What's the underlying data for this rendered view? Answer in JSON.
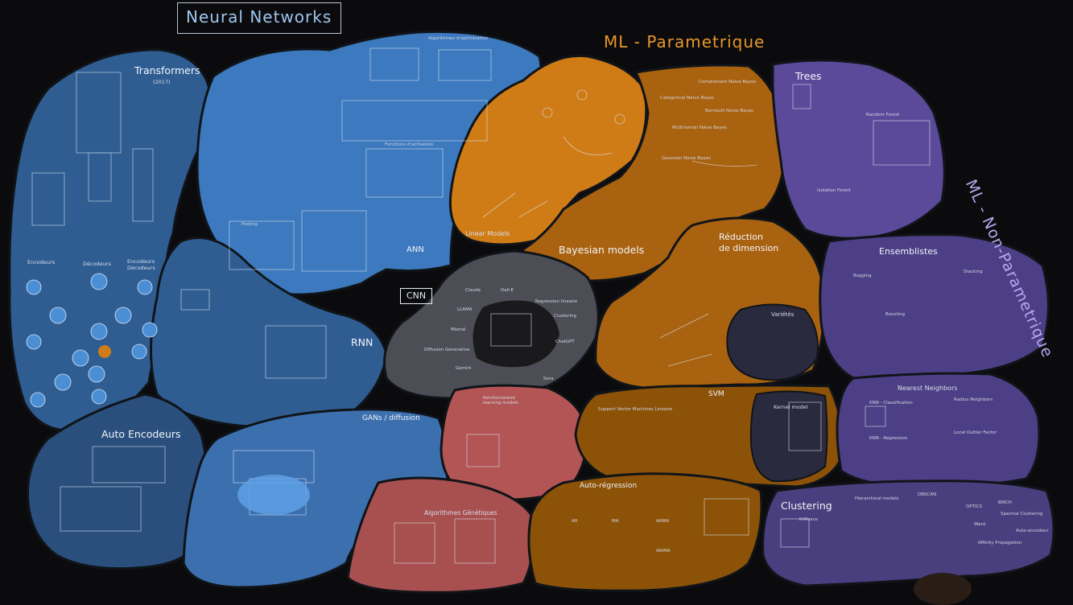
{
  "header": {
    "title": "Neural Networks",
    "parametric_title": "ML - Parametrique",
    "non_parametric_title": "ML - Non-Parametrique"
  },
  "colors": {
    "background": "#0b0b0d",
    "blue_region": "#2f5d92",
    "light_blue_region": "#3c79be",
    "orange_region": "#c97513",
    "dark_orange_region": "#9a5a0d",
    "purple_region": "#5b4a9a",
    "grey_region": "#4d4e55",
    "red_region": "#b45555"
  },
  "regions": {
    "transformers": {
      "title": "Transformers",
      "year": "(2017)",
      "encoders": "Encodeurs",
      "decoders": "Décodeurs",
      "encoders_decoders": "Encodeurs Décodeurs"
    },
    "auto_encoders": {
      "title": "Auto Encodeurs"
    },
    "gans": {
      "title": "GANs / diffusion"
    },
    "rnn": {
      "title": "RNN"
    },
    "cnn": {
      "title": "CNN",
      "pooling": "Pooling"
    },
    "ann": {
      "title": "ANN",
      "optim": "Algorithmes d'optimisation",
      "activation": "Fonctions d'activation"
    },
    "linear_models": {
      "title": "Linear Models"
    },
    "bayesian": {
      "title": "Bayesian models",
      "items": [
        "Complement Naive Bayes",
        "Categorical Naive Bayes",
        "Bernoulli Naive Bayes",
        "Multinomial Naive Bayes",
        "Gaussian Naive Bayes"
      ]
    },
    "dim_reduction": {
      "title_line1": "Réduction",
      "title_line2": "de dimension",
      "varietes": "Variétés"
    },
    "llm": {
      "items": [
        "Claude",
        "Mistral",
        "LLAMA",
        "Gemini",
        "Diffusion Generative",
        "Dall-E",
        "ChatGPT",
        "Regression lineaire",
        "Clustering",
        "Sora"
      ]
    },
    "reinforcement": {
      "title": "Reinforcement learning models"
    },
    "svm": {
      "title": "SVM",
      "svc": "Support Vector Machines Linéaire",
      "kernel": "Kernel model"
    },
    "autoregression": {
      "title": "Auto-régression",
      "items": [
        "AR",
        "MA",
        "ARMA",
        "ARIMA"
      ]
    },
    "genetic": {
      "title": "Algorithmes Génétiques"
    },
    "trees": {
      "title": "Trees",
      "random_forest": "Random Forest",
      "isolation": "Isolation Forest"
    },
    "ensembles": {
      "title": "Ensemblistes",
      "bagging": "Bagging",
      "stacking": "Stacking",
      "boosting": "Boosting"
    },
    "nearest": {
      "title": "Nearest Neighbors",
      "knn_class": "KNN - Classification",
      "knn_reg": "KNN - Regression",
      "radius": "Radius Neighbors",
      "lof": "Local Outlier Factor"
    },
    "clustering": {
      "title": "Clustering",
      "items": [
        "K-Means",
        "Hierarchical models",
        "DBSCAN",
        "OPTICS",
        "BIRCH",
        "Spectral Clustering",
        "Ward",
        "Affinity Propagation",
        "Auto-encodeur"
      ]
    }
  }
}
